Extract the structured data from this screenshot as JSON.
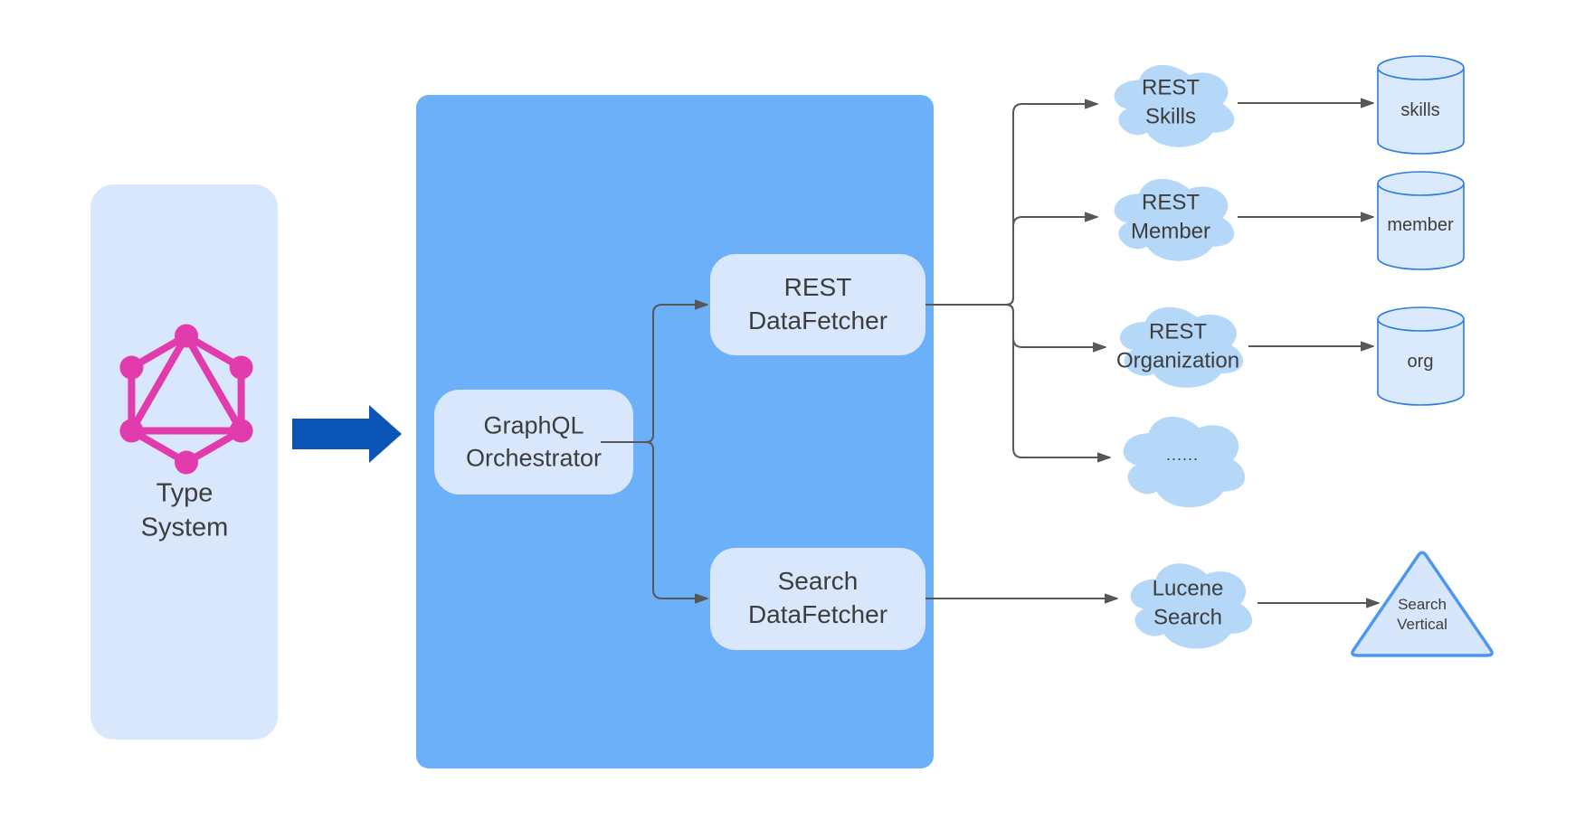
{
  "nodes": {
    "type_system": {
      "label": "Type\nSystem"
    },
    "orchestrator": {
      "label": "GraphQL\nOrchestrator"
    },
    "rest_datafetcher": {
      "label": "REST\nDataFetcher"
    },
    "search_datafetcher": {
      "label": "Search\nDataFetcher"
    }
  },
  "clouds": [
    {
      "id": "rest-skills",
      "label": "REST\nSkills"
    },
    {
      "id": "rest-member",
      "label": "REST\nMember"
    },
    {
      "id": "rest-organization",
      "label": "REST\nOrganization"
    },
    {
      "id": "more-services",
      "label": "......"
    },
    {
      "id": "lucene-search",
      "label": "Lucene\nSearch"
    }
  ],
  "databases": [
    {
      "id": "skills-db",
      "label": "skills"
    },
    {
      "id": "member-db",
      "label": "member"
    },
    {
      "id": "org-db",
      "label": "org"
    }
  ],
  "search_vertical": {
    "label": "Search\nVertical"
  },
  "icons": {
    "graphql_logo": "graphql-logo-icon",
    "flow_arrow": "flow-arrow-icon"
  },
  "colors": {
    "panel_blue": "#6cb0fa",
    "node_fill": "#d9e7fc",
    "cloud_fill": "#b5d7f8",
    "cylinder_fill": "#dbe9fc",
    "cylinder_stroke": "#2a7de1",
    "triangle_fill": "#d7e6fb",
    "triangle_stroke": "#4d97f2",
    "block_arrow_blue": "#0b55b8",
    "connector_gray": "#575757",
    "graphql_pink": "#e23bae",
    "text_dark": "#3d3d3d"
  }
}
